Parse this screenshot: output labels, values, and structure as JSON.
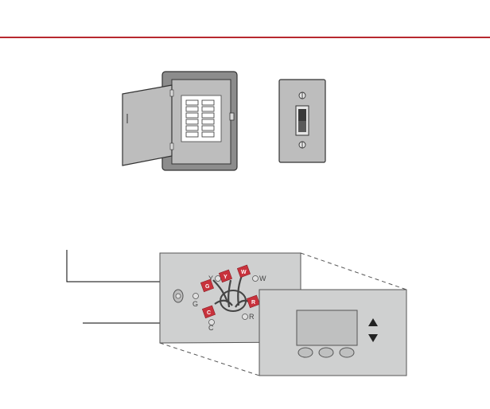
{
  "colors": {
    "accent_rule": "#b8292f",
    "wire_tag": "#c8323c",
    "panel_gray": "#cfd0d0"
  },
  "icons": [
    "breaker-panel-icon",
    "light-switch-icon",
    "wall-plate-icon",
    "thermostat-icon",
    "up-arrow-icon",
    "down-arrow-icon"
  ],
  "terminals": {
    "y": "Y",
    "w": "W",
    "g": "G",
    "c": "C",
    "r": "R"
  },
  "wire_tags": {
    "g": "G",
    "y": "Y",
    "w": "W",
    "c": "C",
    "r": "R"
  }
}
